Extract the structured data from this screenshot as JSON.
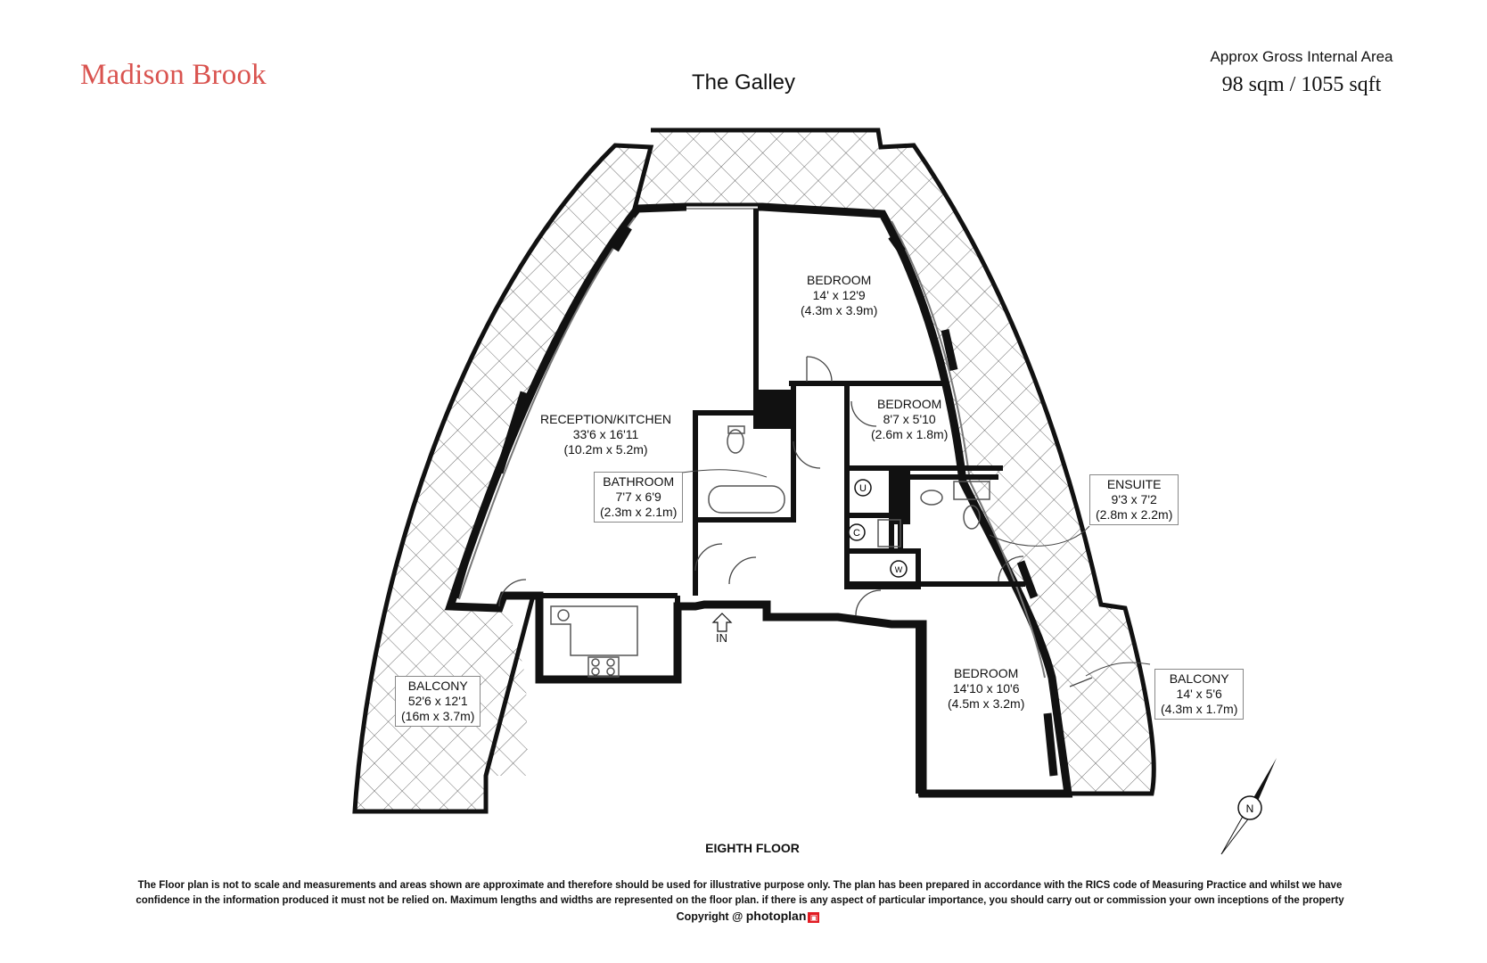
{
  "brand": {
    "logo_text": "Madison Brook",
    "color": "#d9534f"
  },
  "property": {
    "name": "The Galley"
  },
  "area": {
    "label": "Approx Gross Internal Area",
    "value": "98 sqm / 1055 sqft"
  },
  "rooms": {
    "reception": {
      "name": "RECEPTION/KITCHEN",
      "imperial": "33'6 x 16'11",
      "metric": "(10.2m x 5.2m)"
    },
    "bedroom1": {
      "name": "BEDROOM",
      "imperial": "14' x 12'9",
      "metric": "(4.3m x 3.9m)"
    },
    "bedroom2": {
      "name": "BEDROOM",
      "imperial": "8'7 x 5'10",
      "metric": "(2.6m x 1.8m)"
    },
    "bedroom3": {
      "name": "BEDROOM",
      "imperial": "14'10 x 10'6",
      "metric": "(4.5m x 3.2m)"
    },
    "bathroom": {
      "name": "BATHROOM",
      "imperial": "7'7 x 6'9",
      "metric": "(2.3m x 2.1m)"
    },
    "ensuite": {
      "name": "ENSUITE",
      "imperial": "9'3 x 7'2",
      "metric": "(2.8m x 2.2m)"
    },
    "balcony_large": {
      "name": "BALCONY",
      "imperial": "52'6 x 12'1",
      "metric": "(16m x 3.7m)"
    },
    "balcony_small": {
      "name": "BALCONY",
      "imperial": "14' x 5'6",
      "metric": "(4.3m x 1.7m)"
    }
  },
  "fixtures": {
    "utility": "U",
    "cupboard": "C",
    "washer": "W"
  },
  "entrance": {
    "label": "IN"
  },
  "compass": {
    "label": "N"
  },
  "floor": {
    "label": "EIGHTH FLOOR"
  },
  "disclaimer": {
    "line1": "The Floor plan is not to scale and measurements and areas shown are approximate and therefore should be used for illustrative purpose only. The plan has been prepared in accordance with the RICS code of Measuring Practice and whilst we have",
    "line2": "confidence in the information produced it must not be relied on. Maximum  lengths and widths are represented on the floor plan. if there is any aspect of particular importance, you should carry out or commission your own inceptions of the property"
  },
  "copyright": {
    "text": "Copyright @",
    "logo": "photoplan"
  }
}
